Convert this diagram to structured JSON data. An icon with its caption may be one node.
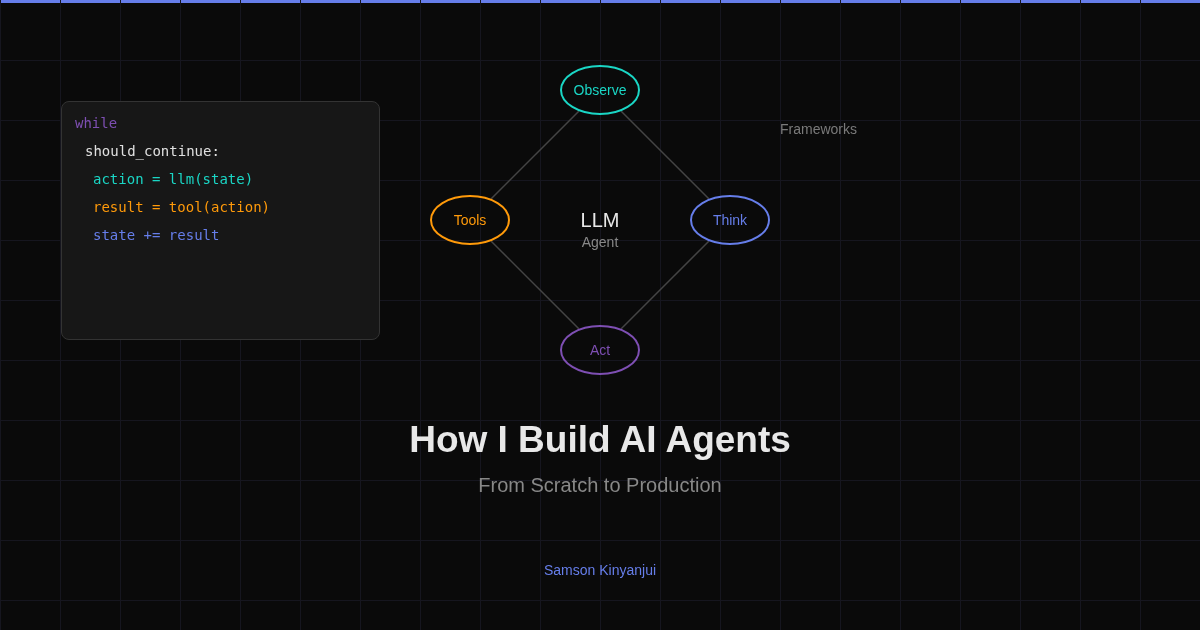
{
  "diagram": {
    "title": "How I Build AI Agents",
    "nodes": [
      {
        "text": [
          "while",
          "should_continue:",
          "action = llm(state)",
          "result = tool(action)",
          "state += result"
        ]
      },
      {
        "text": [
          "Observe"
        ]
      },
      {
        "text": [
          "Think"
        ]
      },
      {
        "text": [
          "Act"
        ]
      },
      {
        "text": [
          "Tools"
        ]
      }
    ],
    "edges": [
      {
        "from": 1,
        "to": 2,
        "arrow": "none"
      },
      {
        "from": 2,
        "to": 3,
        "arrow": "none"
      },
      {
        "from": 3,
        "to": 4,
        "arrow": "none"
      },
      {
        "from": 4,
        "to": 1,
        "arrow": "none"
      }
    ],
    "labels": [
      "Frameworks",
      "LLM",
      "Agent",
      "From Scratch to Production",
      "Samson Kinyanjui"
    ]
  }
}
